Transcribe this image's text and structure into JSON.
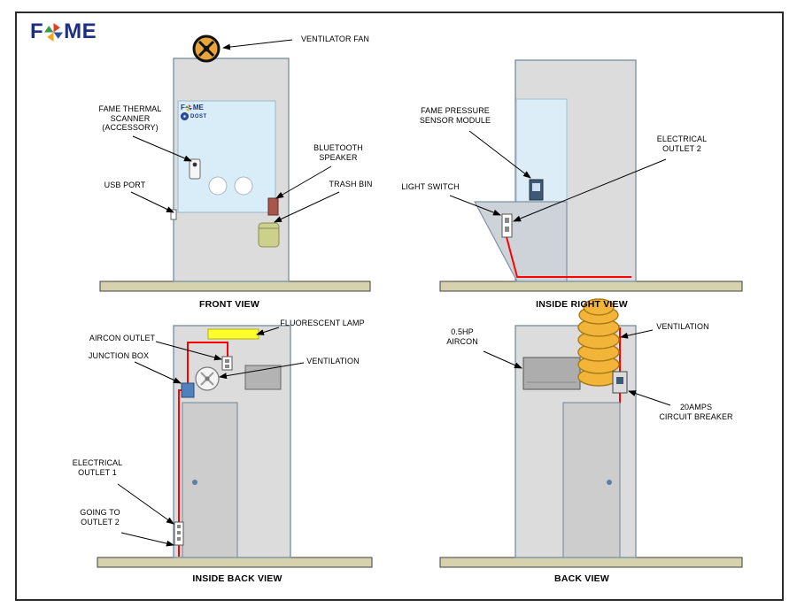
{
  "brand": {
    "f": "F",
    "me": "ME",
    "dost": "DOST"
  },
  "front_view": {
    "title": "FRONT VIEW",
    "ventilator_fan": "VENTILATOR FAN",
    "thermal_scanner": "FAME THERMAL SCANNER (ACCESSORY)",
    "usb_port": "USB PORT",
    "bluetooth_speaker": "BLUETOOTH SPEAKER",
    "trash_bin": "TRASH BIN"
  },
  "inside_right_view": {
    "title": "INSIDE RIGHT VIEW",
    "pressure_sensor": "FAME PRESSURE SENSOR MODULE",
    "electrical_outlet_2": "ELECTRICAL OUTLET 2",
    "light_switch": "LIGHT SWITCH"
  },
  "inside_back_view": {
    "title": "INSIDE BACK VIEW",
    "aircon_outlet": "AIRCON OUTLET",
    "fluorescent_lamp": "FLUORESCENT LAMP",
    "junction_box": "JUNCTION BOX",
    "ventilation": "VENTILATION",
    "electrical_outlet_1": "ELECTRICAL OUTLET 1",
    "going_to_outlet_2": "GOING TO OUTLET 2"
  },
  "back_view": {
    "title": "BACK VIEW",
    "aircon": "0.5HP AIRCON",
    "ventilation": "VENTILATION",
    "circuit_breaker_line1": "20AMPS",
    "circuit_breaker_line2": "CIRCUIT BREAKER"
  },
  "colors": {
    "wire_red": "#ff0000",
    "booth_gray": "#dcdcdc",
    "booth_border": "#7d93a6",
    "window_blue": "#d9edf8",
    "floor_tan": "#d6d2ae",
    "lamp_yellow": "#ffff2e",
    "duct_yellow": "#f2b53a",
    "junction_blue": "#4f81bd",
    "brand_navy": "#1c2f80"
  }
}
